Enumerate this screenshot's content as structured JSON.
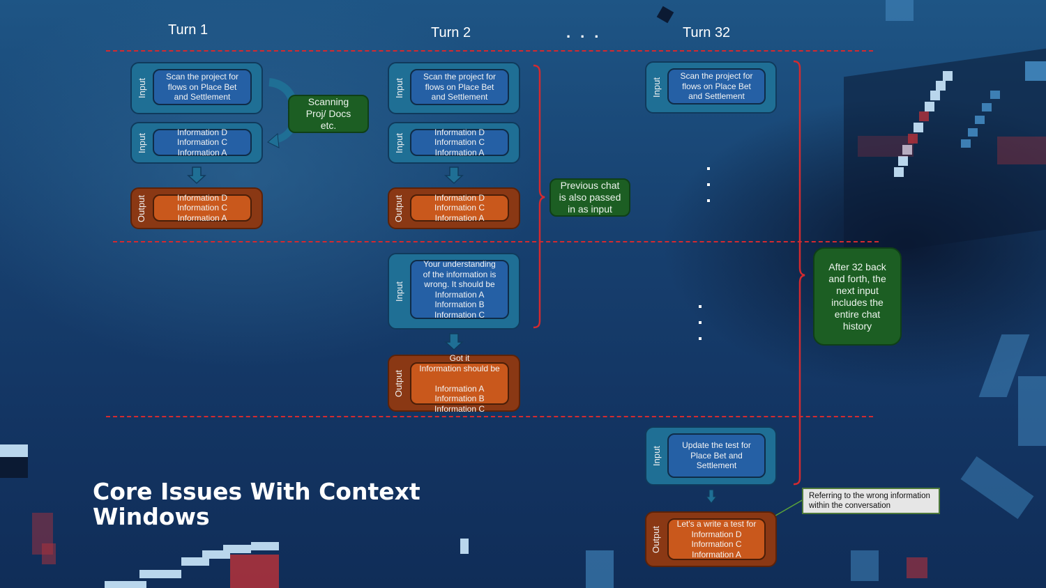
{
  "slide": {
    "title": "Core Issues With Context\nWindows",
    "colors": {
      "accent_dash": "#d42a2f",
      "input_outer": "#1f6f95",
      "input_inner": "#2560a5",
      "output_outer": "#8a3814",
      "output_inner": "#c9581c",
      "note_green": "#1c5e23"
    }
  },
  "turns": {
    "turn1": "Turn 1",
    "turn2": "Turn 2",
    "ellipsis": "...",
    "turn32": "Turn 32"
  },
  "labels": {
    "input": "Input",
    "output": "Output"
  },
  "turn1": {
    "input1": "Scan the project for\nflows on Place Bet\nand Settlement",
    "input2": "Information D\nInformation C\nInformation A",
    "output": "Information D\nInformation C\nInformation A",
    "scanning_note": "Scanning\nProj/ Docs\netc."
  },
  "turn2": {
    "input1": "Scan the project for\nflows on Place Bet\nand Settlement",
    "input2": "Information D\nInformation C\nInformation A",
    "output1": "Information D\nInformation C\nInformation A",
    "input3": "Your understanding\nof the information is\nwrong. It should be\nInformation A\nInformation B\nInformation C",
    "output2": "Got it\nInformation should be\n\nInformation A\nInformation B\nInformation C",
    "previous_chat_note": "Previous chat\nis also passed\nin as input"
  },
  "turn32": {
    "input1": "Scan the project for\nflows on Place Bet\nand Settlement",
    "input_final": "Update the test for\nPlace Bet and\nSettlement",
    "output_final": "Let's a write a test for\nInformation D\nInformation C\nInformation A",
    "history_note": "After 32 back\nand forth, the\nnext input\nincludes the\nentire chat\nhistory",
    "callout": "Referring to the wrong information\nwithin the conversation"
  }
}
